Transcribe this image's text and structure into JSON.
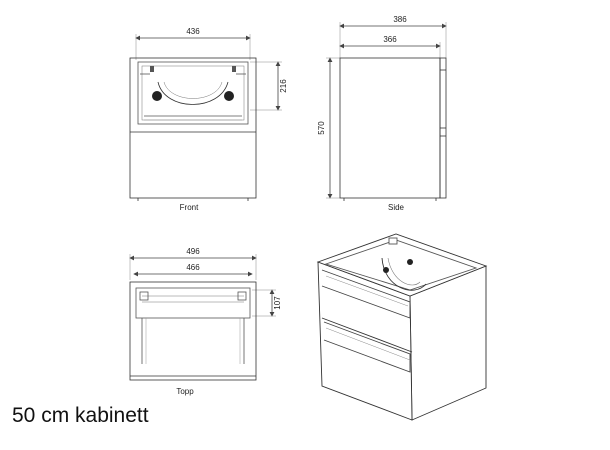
{
  "views": {
    "front": {
      "label": "Front",
      "dim_inner_width": "436",
      "dim_inner_height": "216"
    },
    "side": {
      "label": "Side",
      "dim_total_depth": "386",
      "dim_body_depth": "366",
      "dim_height": "570"
    },
    "top": {
      "label": "Topp",
      "dim_total_width": "496",
      "dim_inner_width": "466",
      "dim_depth": "107"
    },
    "iso": {}
  },
  "caption": "50 cm kabinett",
  "colors": {
    "line": "#333333",
    "dim": "#444444",
    "fill": "#ffffff"
  }
}
